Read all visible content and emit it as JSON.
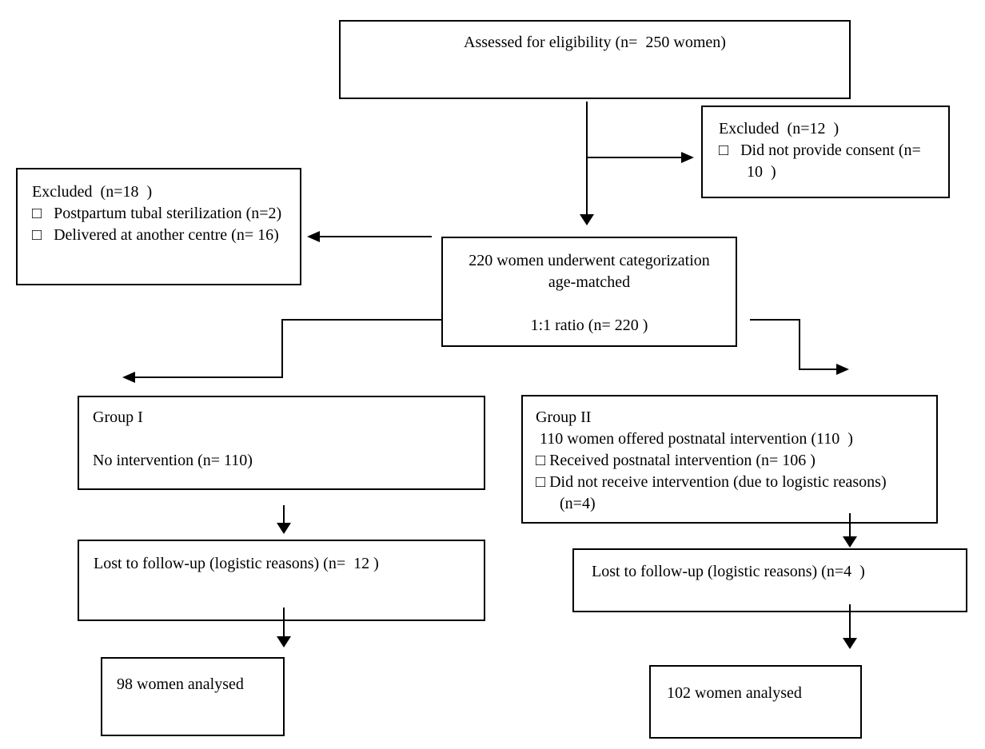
{
  "colors": {
    "line": "#000000",
    "background": "#ffffff",
    "text": "#000000"
  },
  "bullet_glyph": "□",
  "boxes": {
    "assessed": {
      "lines": [
        "Assessed for eligibility (n=  250 women)"
      ]
    },
    "excluded_consent": {
      "lines": [
        "Excluded  (n=12  )",
        "□   Did not provide consent (n=",
        "       10  )"
      ]
    },
    "excluded_other": {
      "lines": [
        "Excluded  (n=18  )",
        "□   Postpartum tubal sterilization (n=2)",
        "□   Delivered at another centre (n= 16)"
      ]
    },
    "categorization": {
      "lines": [
        "220 women underwent categorization",
        "age-matched",
        "",
        "1:1 ratio (n= 220 )"
      ]
    },
    "group1": {
      "lines": [
        "Group I",
        "",
        "No intervention (n= 110)"
      ]
    },
    "group2": {
      "lines": [
        "Group II",
        " 110 women offered postnatal intervention (110  )",
        "□ Received postnatal intervention (n= 106 )",
        "□ Did not receive intervention (due to logistic reasons)",
        "      (n=4)"
      ]
    },
    "lost_group1": {
      "lines": [
        "Lost to follow-up (logistic reasons) (n=  12 )"
      ]
    },
    "lost_group2": {
      "lines": [
        "Lost to follow-up (logistic reasons) (n=4  )"
      ]
    },
    "analysed_group1": {
      "lines": [
        "98 women analysed"
      ]
    },
    "analysed_group2": {
      "lines": [
        "102 women analysed"
      ]
    }
  }
}
